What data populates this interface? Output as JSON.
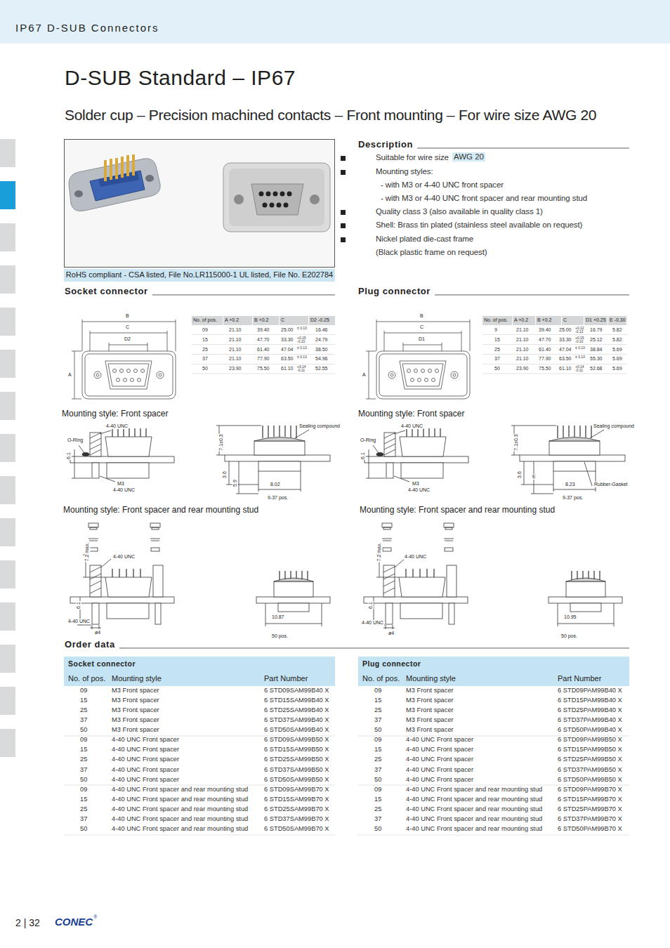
{
  "diagram": {
    "title": "D-SUB Standard – IP67",
    "nodes": [
      {
        "text": [
          "IP67 D-SUB Connectors"
        ]
      },
      {
        "text": [
          "RoHS compliant - CSA listed, File No.LR115000-1 UL listed, File No. E202784"
        ]
      },
      {
        "text": [
          "Socket connector",
          "No. of pos.",
          "Mounting style",
          "Part Number"
        ]
      },
      {
        "text": [
          "Plug connector",
          "No. of pos.",
          "Mounting style",
          "Part Number"
        ]
      }
    ],
    "labels": [
      "Solder cup – Precision machined contacts – Front mounting – For wire size AWG 20",
      "Description",
      "Suitable for wire size",
      "AWG 20",
      "Mounting styles:",
      "- with M3 or 4-40 UNC front spacer",
      "- with M3 or 4-40 UNC front spacer and rear mounting stud",
      "Quality class 3 (also available in quality class 1)",
      "Shell: Brass tin plated (stainless steel available on request)",
      "Nickel plated die-cast frame",
      "(Black plastic frame on request)",
      "Socket connector",
      "Plug connector",
      "B",
      "C",
      "D2",
      "A",
      "No. of pos.",
      "A +0.2",
      "B +0.2",
      "C",
      "D2 -0.25",
      "09",
      "21.10",
      "39.40",
      "25.00",
      "± 0.13",
      "16.46",
      "15",
      "21.10",
      "47.70",
      "33.30",
      "+0.15 -0.10",
      "24.79",
      "25",
      "21.10",
      "61.40",
      "47.04",
      "± 0.13",
      "38.50",
      "37",
      "21.10",
      "77.90",
      "63.50",
      "± 0.13",
      "54.96",
      "50",
      "23.90",
      "75.50",
      "61.10",
      "+0.14 -0.11",
      "52.55",
      "B",
      "C",
      "D1",
      "A",
      "No. of pos.",
      "A +0.2",
      "B +0.2",
      "C",
      "D1 +0.25",
      "E -0.30",
      "9",
      "21.10",
      "39.40",
      "25.00",
      "+0.12 -0.13",
      "16.79",
      "5.82",
      "15",
      "21.10",
      "47.70",
      "33.30",
      "+0.15 -0.10",
      "25.12",
      "5.82",
      "25",
      "21.10",
      "61.40",
      "47.04",
      "± 0.13",
      "38.84",
      "5.69",
      "37",
      "21.10",
      "77.90",
      "63.50",
      "± 0.13",
      "55.30",
      "5.69",
      "50",
      "23.90",
      "75.50",
      "61.10",
      "+0.14 -0.11",
      "52.68",
      "5.69",
      "Mounting style: Front spacer",
      "4-40 UNC",
      "O-Ring",
      "6.1",
      "M3",
      "4-40 UNC",
      "Sealing compound",
      "7.1±0.3",
      "3.6",
      "5.9",
      "8.02",
      "9-37 pos.",
      "Mounting style: Front spacer",
      "4-40 UNC",
      "O-Ring",
      "6.1",
      "M3",
      "4-40 UNC",
      "Sealing compound",
      "7.1±0.3",
      "3.6",
      "E",
      "8.23",
      "Rubber-Gasket",
      "9-37 pos.",
      "Mounting style: Front spacer and rear mounting stud",
      "7.2 max.",
      "4-40 UNC",
      "6.1",
      "4-40 UNC",
      "ø4",
      "10.87",
      "50 pos.",
      "Mounting style: Front spacer and rear mounting stud",
      "7.2 max.",
      "4-40 UNC",
      "6.1",
      "4-40 UNC",
      "ø4",
      "10.95",
      "50 pos.",
      "Order data",
      "09",
      "M3 Front spacer",
      "6 STD09SAM99B40 X",
      "15",
      "M3 Front spacer",
      "6 STD15SAM99B40 X",
      "25",
      "M3 Front spacer",
      "6 STD25SAM99B40 X",
      "37",
      "M3 Front spacer",
      "6 STD37SAM99B40 X",
      "50",
      "M3 Front spacer",
      "6 STD50SAM99B40 X",
      "09",
      "4-40 UNC Front spacer",
      "6 STD09SAM99B50 X",
      "15",
      "4-40 UNC Front spacer",
      "6 STD15SAM99B50 X",
      "25",
      "4-40 UNC Front spacer",
      "6 STD25SAM99B50 X",
      "37",
      "4-40 UNC Front spacer",
      "6 STD37SAM99B50 X",
      "50",
      "4-40 UNC Front spacer",
      "6 STD50SAM99B50 X",
      "09",
      "4-40 UNC Front spacer and rear mounting stud",
      "6 STD09SAM99B70 X",
      "15",
      "4-40 UNC Front spacer and rear mounting stud",
      "6 STD15SAM99B70 X",
      "25",
      "4-40 UNC Front spacer and rear mounting stud",
      "6 STD25SAM99B70 X",
      "37",
      "4-40 UNC Front spacer and rear mounting stud",
      "6 STD37SAM99B70 X",
      "50",
      "4-40 UNC Front spacer and rear mounting stud",
      "6 STD50SAM99B70 X",
      "09",
      "M3 Front spacer",
      "6 STD09PAM99B40 X",
      "15",
      "M3 Front spacer",
      "6 STD15PAM99B40 X",
      "25",
      "M3 Front spacer",
      "6 STD25PAM99B40 X",
      "37",
      "M3 Front spacer",
      "6 STD37PAM99B40 X",
      "50",
      "M3 Front spacer",
      "6 STD50PAM99B40 X",
      "09",
      "4-40 UNC Front spacer",
      "6 STD09PAM99B50 X",
      "15",
      "4-40 UNC Front spacer",
      "6 STD15PAM99B50 X",
      "25",
      "4-40 UNC Front spacer",
      "6 STD25PAM99B50 X",
      "37",
      "4-40 UNC Front spacer",
      "6 STD37PAM99B50 X",
      "50",
      "4-40 UNC Front spacer",
      "6 STD50PAM99B50 X",
      "09",
      "4-40 UNC Front spacer and rear mounting stud",
      "6 STD09PAM99B70 X",
      "15",
      "4-40 UNC Front spacer and rear mounting stud",
      "6 STD15PAM99B70 X",
      "25",
      "4-40 UNC Front spacer and rear mounting stud",
      "6 STD25PAM99B70 X",
      "37",
      "4-40 UNC Front spacer and rear mounting stud",
      "6 STD37PAM99B70 X",
      "50",
      "4-40 UNC Front spacer and rear mounting stud",
      "6 STD50PAM99B70 X",
      "2 | 32",
      "CONEC",
      "®"
    ]
  }
}
